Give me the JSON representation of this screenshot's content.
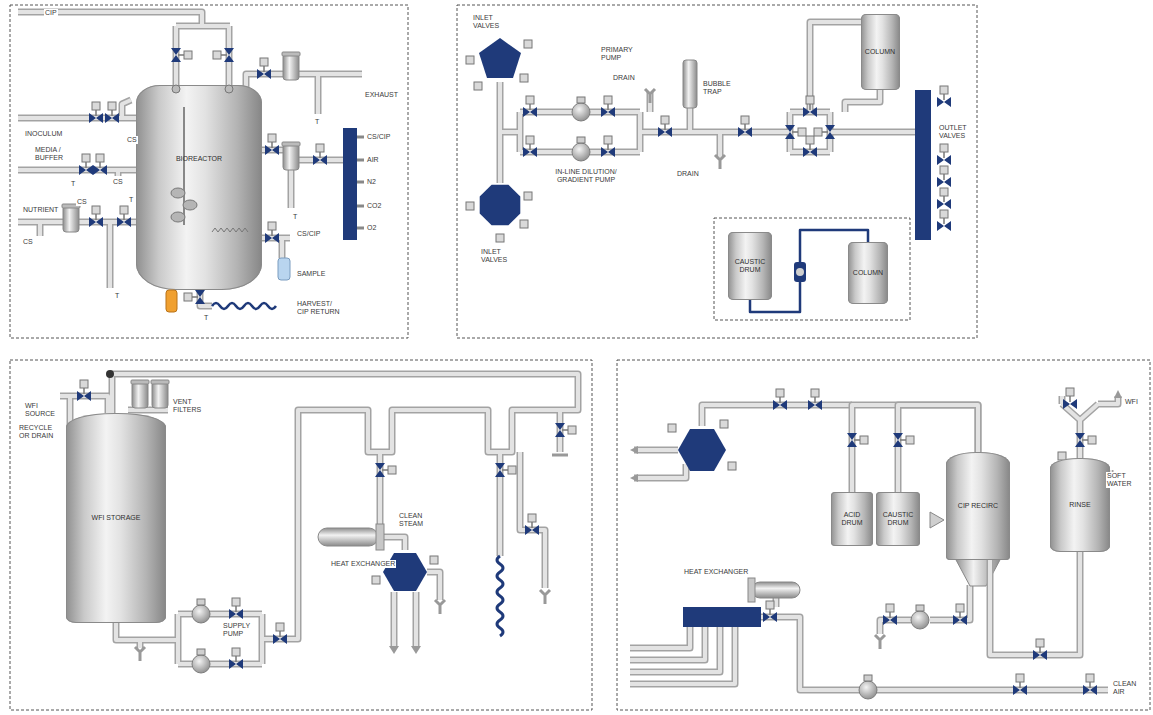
{
  "diagram": {
    "nodes": [
      {
        "text": [
          "BIOREACTOR"
        ]
      },
      {
        "text": [
          "COLUMN"
        ]
      },
      {
        "text": [
          "CAUSTIC DRUM"
        ]
      },
      {
        "text": [
          "COLUMN"
        ]
      },
      {
        "text": [
          "WFI STORAGE"
        ]
      },
      {
        "text": [
          "ACID DRUM"
        ]
      },
      {
        "text": [
          "CAUSTIC DRUM"
        ]
      },
      {
        "text": [
          "CIP RECIRC"
        ]
      },
      {
        "text": [
          "RINSE"
        ]
      }
    ],
    "edges": [
      {
        "from": 2,
        "to": 3,
        "arrow": "none"
      },
      {
        "from": 5,
        "to": 7,
        "arrow": "none"
      },
      {
        "from": 6,
        "to": 7,
        "arrow": "none"
      },
      {
        "from": 8,
        "to": 7,
        "arrow": "none"
      }
    ],
    "labels": [
      "CIP",
      "INOCULUM",
      "CS",
      "T",
      "MEDIA / BUFFER",
      "CS",
      "CS",
      "T",
      "NUTRIENT",
      "CS",
      "T",
      "EXHAUST",
      "T",
      "CS/CIP",
      "AIR",
      "N2",
      "CO2",
      "O2",
      "T",
      "CS/CIP",
      "SAMPLE",
      "HARVEST/ CIP RETURN",
      "T",
      "INLET VALVES",
      "PRIMARY PUMP",
      "DRAIN",
      "BUBBLE TRAP",
      "IN-LINE DILUTION/ GRADIENT PUMP",
      "DRAIN",
      "INLET VALVES",
      "OUTLET VALVES",
      "WFI SOURCE",
      "RECYCLE OR DRAIN",
      "VENT FILTERS",
      "CLEAN STEAM",
      "HEAT EXCHANGER",
      "SUPPLY PUMP",
      "HEAT EXCHANGER",
      "WFI",
      "SOFT WATER",
      "CLEAN AIR"
    ]
  }
}
